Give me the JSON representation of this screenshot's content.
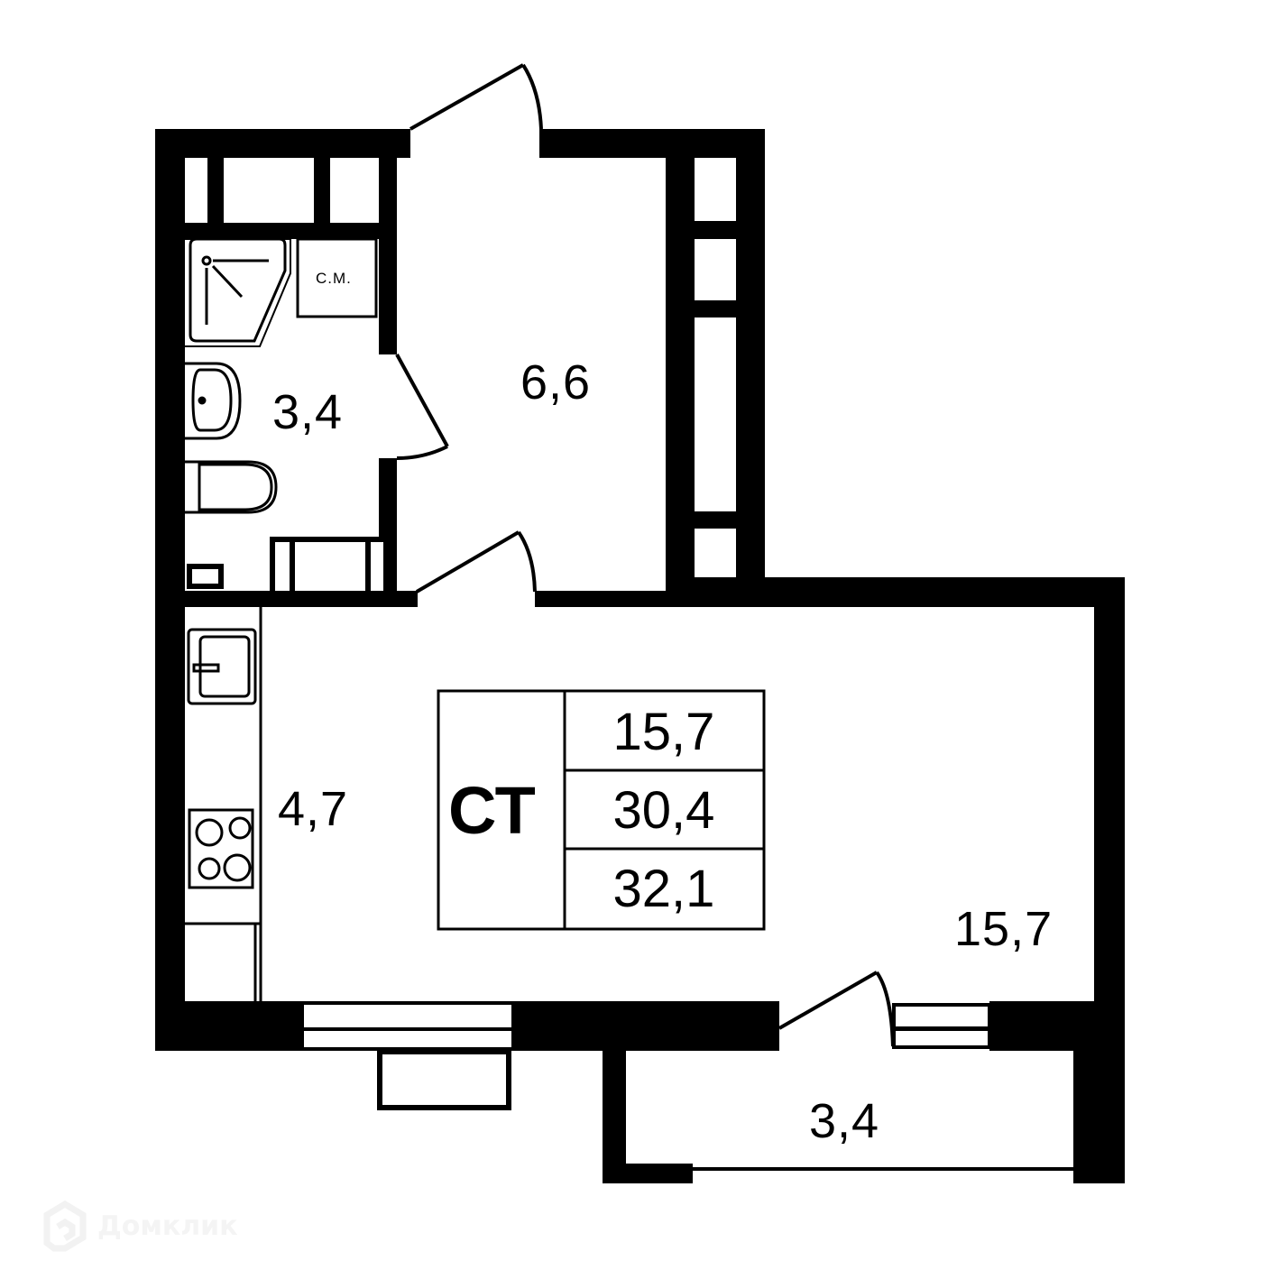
{
  "plan": {
    "type": "studio",
    "type_code": "СТ",
    "colors": {
      "wall": "#000000",
      "background": "#ffffff",
      "watermark": "#f2f2f2"
    },
    "summary": {
      "living_area": "15,7",
      "total_area_without_balcony": "30,4",
      "total_area_with_balcony": "32,1"
    },
    "rooms": [
      {
        "id": "bathroom",
        "area": "3,4"
      },
      {
        "id": "hallway",
        "area": "6,6"
      },
      {
        "id": "kitchen",
        "area": "4,7"
      },
      {
        "id": "living_room",
        "area": "15,7"
      },
      {
        "id": "balcony",
        "area": "3,4"
      }
    ],
    "fixtures": {
      "washing_machine_label": "С.М."
    }
  },
  "watermark": {
    "brand": "Домклик",
    "icon": "house-logo-icon"
  }
}
